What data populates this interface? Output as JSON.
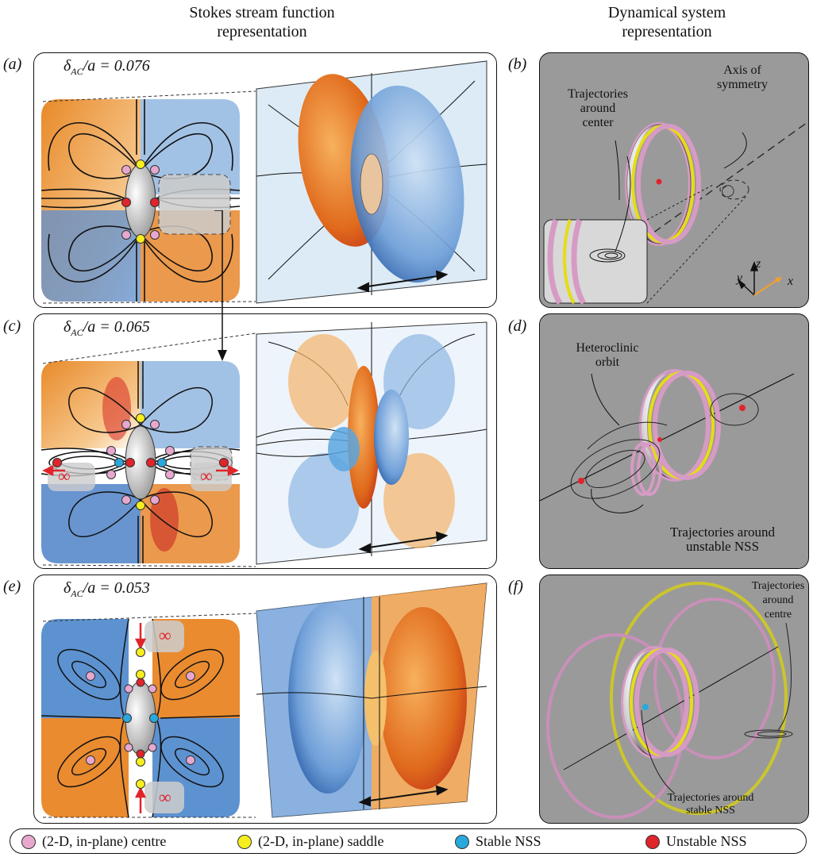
{
  "headers": {
    "left": "Stokes stream function\nrepresentation",
    "right": "Dynamical system\nrepresentation"
  },
  "panels": {
    "a": {
      "label": "(a)",
      "delta_value": "= 0.076"
    },
    "b": {
      "label": "(b)",
      "notes": [
        "Axis of\nsymmetry",
        "Trajectories\naround\ncenter"
      ],
      "axes": {
        "x": "x",
        "y": "y",
        "z": "z"
      }
    },
    "c": {
      "label": "(c)",
      "delta_value": "= 0.065"
    },
    "d": {
      "label": "(d)",
      "notes": [
        "Heteroclinic\norbit",
        "Trajectories around\nunstable NSS"
      ]
    },
    "e": {
      "label": "(e)",
      "delta_value": "= 0.053"
    },
    "f": {
      "label": "(f)",
      "notes": [
        "Trajectories\naround\ncentre",
        "Trajectories around\nstable NSS"
      ]
    }
  },
  "delta_symbol": "δ",
  "delta_sub": "AC",
  "delta_den": "/a",
  "infinity": "∞",
  "legend": [
    {
      "label": "(2-D, in-plane) centre",
      "color": "#e7a8cf"
    },
    {
      "label": "(2-D, in-plane) saddle",
      "color": "#f6ee1e"
    },
    {
      "label": "Stable NSS",
      "color": "#29a8dd"
    },
    {
      "label": "Unstable NSS",
      "color": "#e0242b"
    }
  ]
}
